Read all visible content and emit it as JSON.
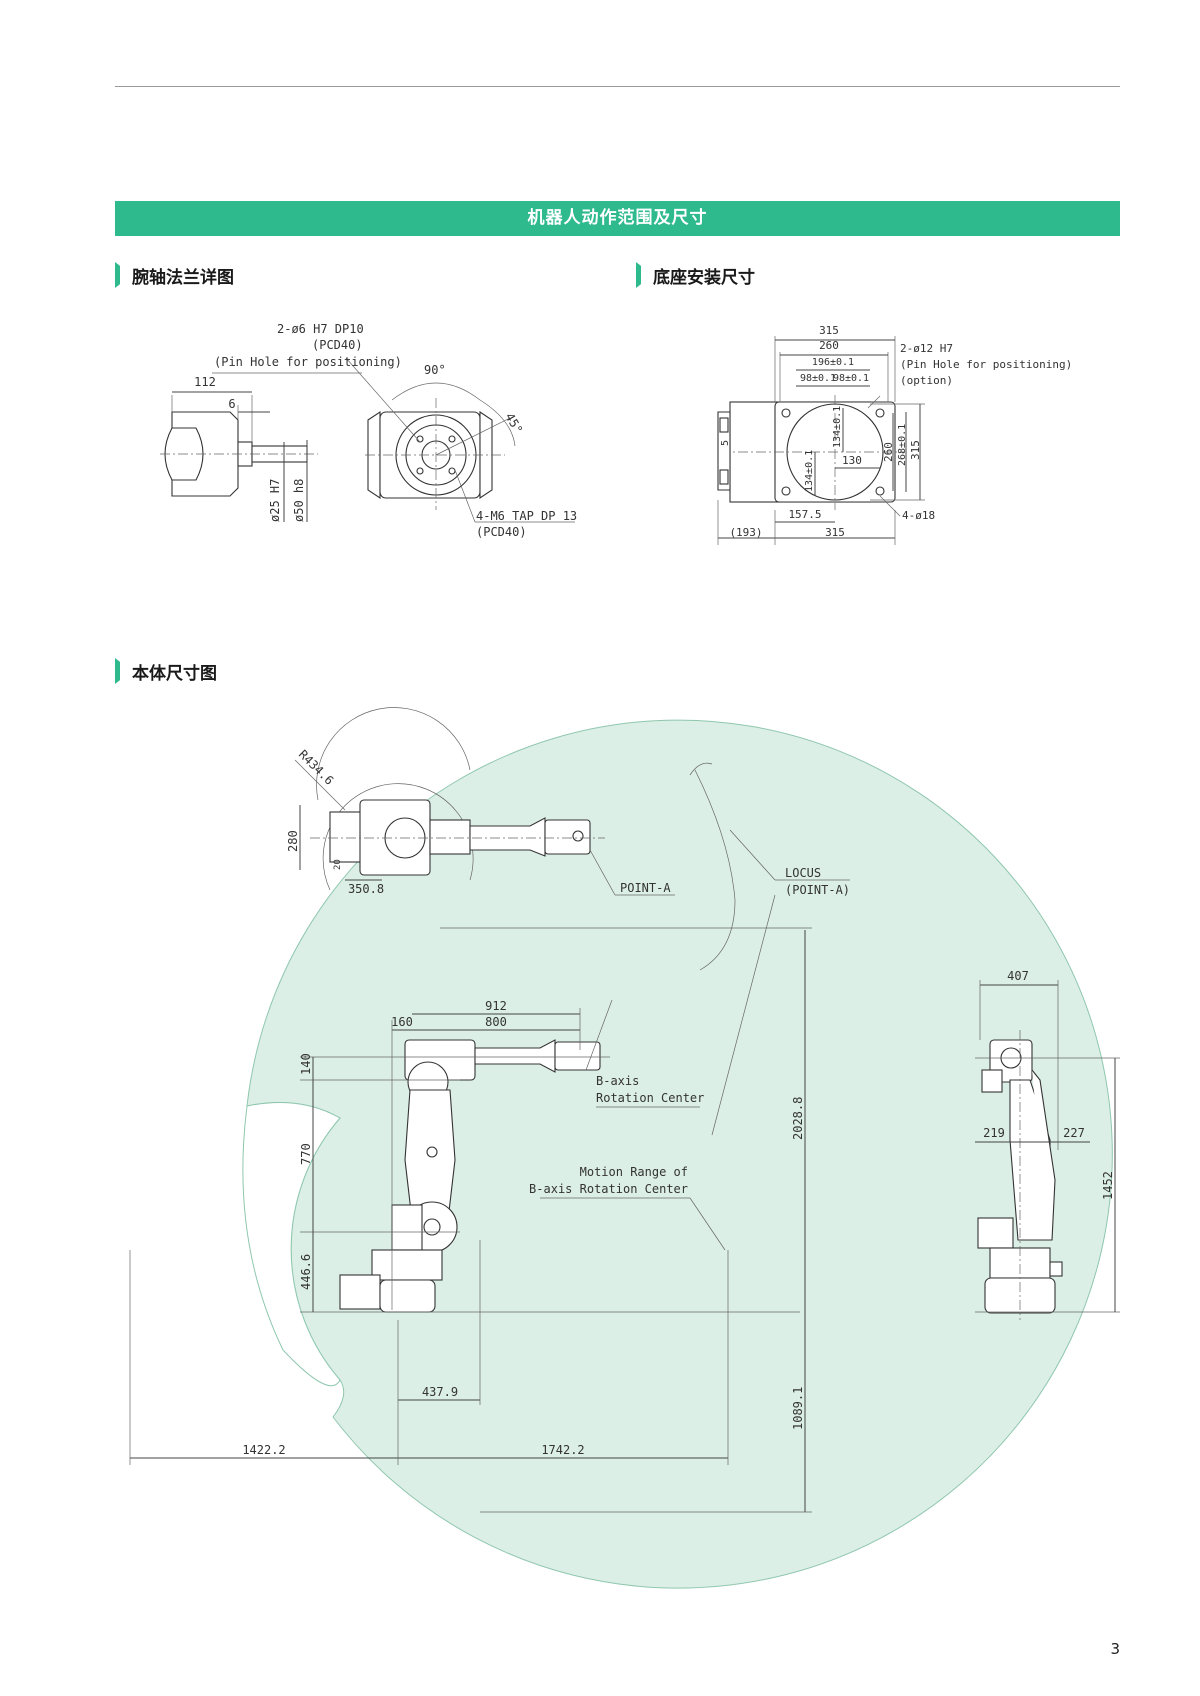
{
  "banner": {
    "title": "机器人动作范围及尺寸"
  },
  "sections": {
    "wrist": "腕轴法兰详图",
    "base": "底座安装尺寸",
    "body": "本体尺寸图"
  },
  "wrist_labels": {
    "pin_hole": "2-ø6 H7 DP10",
    "pcd40_a": "(PCD40)",
    "pin_note": "(Pin Hole for positioning)",
    "d112": "112",
    "d6": "6",
    "ang90": "90°",
    "ang45": "45°",
    "d25": "ø25 H7",
    "d50": "ø50 h8",
    "tap": "4-M6 TAP DP 13",
    "pcd40_b": "(PCD40)"
  },
  "base_labels": {
    "d315t": "315",
    "d260t": "260",
    "d196": "196±0.1",
    "d98a": "98±0.1",
    "d98b": "98±0.1",
    "pin": "2-ø12 H7",
    "pin_note": "(Pin Hole for positioning)",
    "option": "(option)",
    "d134a": "134±0.1",
    "d134b": "134±0.1",
    "d130": "130",
    "d260r": "260",
    "d268": "268±0.1",
    "d315r": "315",
    "d5": "5",
    "hole": "4-ø18",
    "d157": "157.5",
    "d193": "(193)",
    "d315b": "315"
  },
  "body_labels": {
    "r434": "R434.6",
    "d280": "280",
    "d350": "350.8",
    "d20": "20",
    "pointa_top": "POINT-A",
    "locus": "LOCUS",
    "locus2": "(POINT-A)",
    "d912": "912",
    "d160": "160",
    "d800": "800",
    "d140": "140",
    "baxis1": "B-axis",
    "baxis2": "Rotation Center",
    "d770": "770",
    "motion1": "Motion Range of",
    "motion2": "B-axis Rotation Center",
    "d446": "446.6",
    "d2028": "2028.8",
    "d437": "437.9",
    "d1422": "1422.2",
    "d1742": "1742.2",
    "d1089": "1089.1",
    "d407": "407",
    "d219": "219",
    "d227": "227",
    "d1452": "1452"
  },
  "colors": {
    "accent": "#2fba8d",
    "envelope": "#dcefe6",
    "envelope_stroke": "#8fc7ae"
  },
  "page": {
    "number": "3"
  }
}
